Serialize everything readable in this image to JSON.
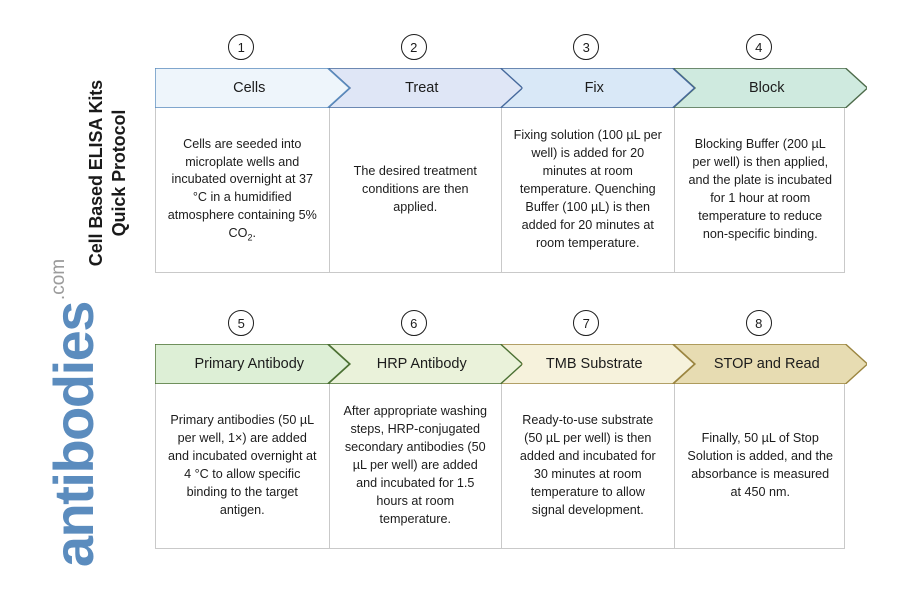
{
  "title": "Cell Based ELISA Kits\nQuick Protocol",
  "title_line1": "Cell Based ELISA Kits",
  "title_line2": "Quick Protocol",
  "logo": {
    "name": "antibodies",
    "tld": ".com",
    "color": "#5b8cbe",
    "tld_color": "#9b9b9b"
  },
  "colors": {
    "box_border": "#c9c9c9",
    "text": "#1c1c1c",
    "circle_border": "#1c1c1c"
  },
  "rows": [
    {
      "id": "row-1",
      "steps": [
        {
          "number": "1",
          "label": "Cells",
          "fill": "#eef5fb",
          "stroke": "#5b8cbe",
          "description": "Cells are seeded into microplate wells and incubated overnight at 37 °C in a humidified atmosphere containing 5% CO₂."
        },
        {
          "number": "2",
          "label": "Treat",
          "fill": "#dfe6f6",
          "stroke": "#46699c",
          "description": "The desired treatment conditions are then applied."
        },
        {
          "number": "3",
          "label": "Fix",
          "fill": "#d9e8f7",
          "stroke": "#46699c",
          "description": "Fixing solution (100 µL per well) is added for 20 minutes at room temperature. Quenching Buffer (100 µL) is then added for 20 minutes at room temperature."
        },
        {
          "number": "4",
          "label": "Block",
          "fill": "#cfeadf",
          "stroke": "#4d6b4a",
          "description": "Blocking Buffer (200 µL per well) is then applied, and the plate is incubated for 1 hour at room temperature to reduce non-specific binding."
        }
      ]
    },
    {
      "id": "row-2",
      "steps": [
        {
          "number": "5",
          "label": "Primary Antibody",
          "fill": "#ddefd6",
          "stroke": "#4b7033",
          "description": "Primary antibodies (50 µL per well, 1×) are added and incubated overnight at 4 °C to allow specific binding to the target antigen."
        },
        {
          "number": "6",
          "label": "HRP Antibody",
          "fill": "#eaf2da",
          "stroke": "#4b7033",
          "description": "After appropriate washing steps, HRP-conjugated secondary antibodies (50 µL per well) are added and incubated for 1.5 hours at room temperature."
        },
        {
          "number": "7",
          "label": "TMB Substrate",
          "fill": "#f6f2dc",
          "stroke": "#9b8540",
          "description": "Ready-to-use substrate (50 µL per well) is then added and incubated for 30 minutes at room temperature to allow signal development."
        },
        {
          "number": "8",
          "label": "STOP and Read",
          "fill": "#e7dcb2",
          "stroke": "#9b8540",
          "description": "Finally, 50 µL of Stop Solution is added, and the absorbance is measured at 450 nm."
        }
      ]
    }
  ]
}
